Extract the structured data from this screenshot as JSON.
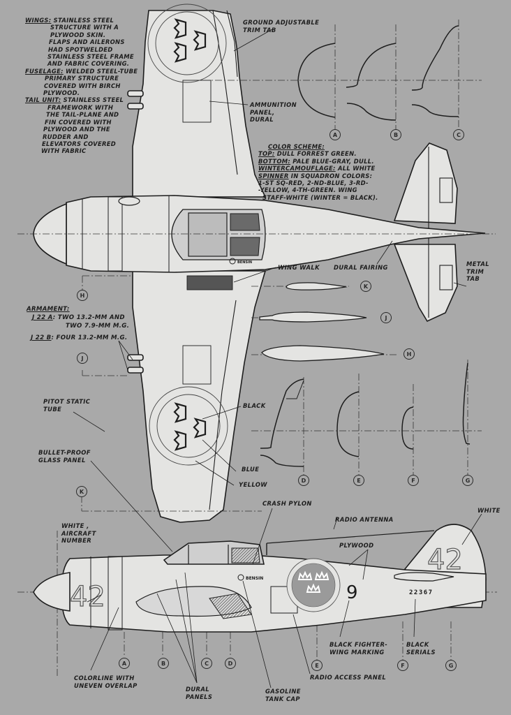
{
  "title": "J 22 fighter aircraft three-view drawing",
  "notes": {
    "construction": [
      {
        "key": "WINGS:",
        "lines": [
          "STAINLESS STEEL",
          "STRUCTURE WITH A",
          "PLYWOOD SKIN.",
          "FLAPS AND AILERONS",
          "HAD SPOTWELDED",
          "STAINLESS STEEL FRAME",
          "AND FABRIC COVERING."
        ]
      },
      {
        "key": "FUSELAGE:",
        "lines": [
          "WELDED STEEL-TUBE",
          "PRIMARY STRUCTURE",
          "COVERED WITH BIRCH",
          "PLYWOOD."
        ]
      },
      {
        "key": "TAIL UNIT:",
        "lines": [
          "STAINLESS STEEL",
          "FRAMEWORK WITH",
          "THE TAIL-PLANE AND",
          "FIN COVERED WITH",
          "PLYWOOD AND THE",
          "RUDDER AND",
          "ELEVATORS COVERED",
          "WITH FABRIC"
        ]
      }
    ],
    "color_scheme": {
      "heading": "COLOR SCHEME:",
      "items": [
        {
          "key": "TOP:",
          "text": "DULL FORREST GREEN."
        },
        {
          "key": "BOTTOM:",
          "text": "PALE BLUE-GRAY, DULL."
        },
        {
          "key": "WINTERCAMOUFLAGE:",
          "text": "ALL WHITE"
        },
        {
          "key": "SPINNER",
          "text": "IN SQUADRON COLORS:"
        }
      ],
      "continuation": [
        "1-ST SQ-RED, 2-ND-BLUE, 3-RD-",
        "-YELLOW, 4-TH-GREEN. WING",
        "STAFF-WHITE (WINTER = BLACK)."
      ]
    },
    "armament": {
      "heading": "ARMAMENT:",
      "variants": [
        {
          "model": "J 22 A",
          "lines": [
            "TWO 13.2-MM AND",
            "TWO 7.9-MM M.G."
          ]
        },
        {
          "model": "J 22 B",
          "lines": [
            "FOUR 13.2-MM M.G."
          ]
        }
      ]
    }
  },
  "callouts": {
    "trim_tab": [
      "GROUND ADJUSTABLE",
      "TRIM TAB"
    ],
    "ammo_panel": [
      "AMMUNITION",
      "PANEL,",
      "DURAL"
    ],
    "wing_walk": "WING WALK",
    "dural_fairing": "DURAL FAIRING",
    "metal_trim_tab": [
      "METAL",
      "TRIM",
      "TAB"
    ],
    "pitot": [
      "PITOT STATIC",
      "TUBE"
    ],
    "black": "BLACK",
    "blue": "BLUE",
    "yellow": "YELLOW",
    "bulletproof": [
      "BULLET-PROOF",
      "GLASS PANEL"
    ],
    "crash_pylon": "CRASH PYLON",
    "radio_antenna": "RADIO ANTENNA",
    "white": "WHITE",
    "white_number": [
      "WHITE ,",
      "AIRCRAFT",
      "NUMBER"
    ],
    "plywood": "PLYWOOD",
    "colorline": [
      "COLORLINE WITH",
      "UNEVEN OVERLAP"
    ],
    "dural_panels": [
      "DURAL",
      "PANELS"
    ],
    "gas_cap": [
      "GASOLINE",
      "TANK CAP"
    ],
    "radio_access": "RADIO ACCESS PANEL",
    "fighter_wing": [
      "BLACK FIGHTER-",
      "WING MARKING"
    ],
    "black_serials": [
      "BLACK",
      "SERIALS"
    ]
  },
  "markings": {
    "fuel_label": "BENSIN",
    "aircraft_number": "42",
    "wing_number": "9",
    "serial": "22367"
  },
  "sections": {
    "fuselage": [
      "A",
      "B",
      "C",
      "D",
      "E",
      "F",
      "G"
    ],
    "wing": [
      "H",
      "J",
      "K"
    ]
  },
  "colors": {
    "background": "#a9a9a9",
    "airframe": "#e4e4e2",
    "ink": "#1d1d1d"
  }
}
